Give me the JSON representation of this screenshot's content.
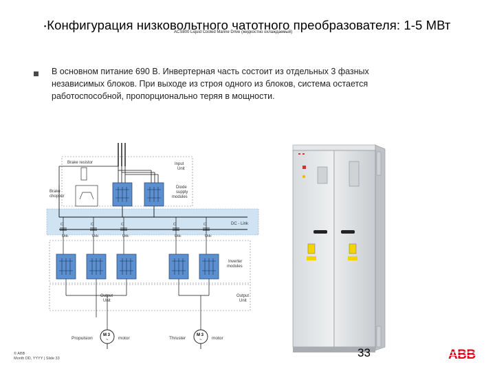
{
  "slide": {
    "bullet_mark": "▪",
    "title": "Конфигурация низковольтного чатотного преобразователя: 1-5 МВт",
    "subtitle": "ACS800 Liquid Cooled Marine Drive (жидкостно охлаждаемый)",
    "body_text": "В основном питание 690 В. Инвертерная часть состоит из отдельных 3 фазных независимых блоков. При выходе из строя одного из блоков, система остается работоспособной, пропорционально теряя в мощности.",
    "footer_line1": "© ABB",
    "footer_line2": "Month DD, YYYY | Slide 33",
    "page_number": "33",
    "logo_text": "ABB"
  },
  "diagram": {
    "brake_resistor_label": "Brake resistor",
    "brake_chopper_line1": "Brake",
    "brake_chopper_line2": "chopper",
    "input_unit_line1": "Input",
    "input_unit_line2": "Unit",
    "diode_line1": "Diode",
    "diode_line2": "supply",
    "diode_line3": "modules",
    "dc_link_label": "DC - Link",
    "cap_label": "C",
    "udc_label": "Udc",
    "inverter_line1": "Inverter",
    "inverter_line2": "modules",
    "output_unit_left_line1": "Output",
    "output_unit_left_line2": "Unit",
    "output_unit_right_line1": "Output",
    "output_unit_right_line2": "Unit",
    "propulsion_label": "Propulsion",
    "thruster_label": "Thruster",
    "motor_label": "motor",
    "motor_symbol": "M 3",
    "motor_tilde": "~"
  },
  "colors": {
    "module_blue": "#5b8fd0",
    "dc_link_band": "#cfe3f3",
    "logo_red": "#e2001a"
  }
}
